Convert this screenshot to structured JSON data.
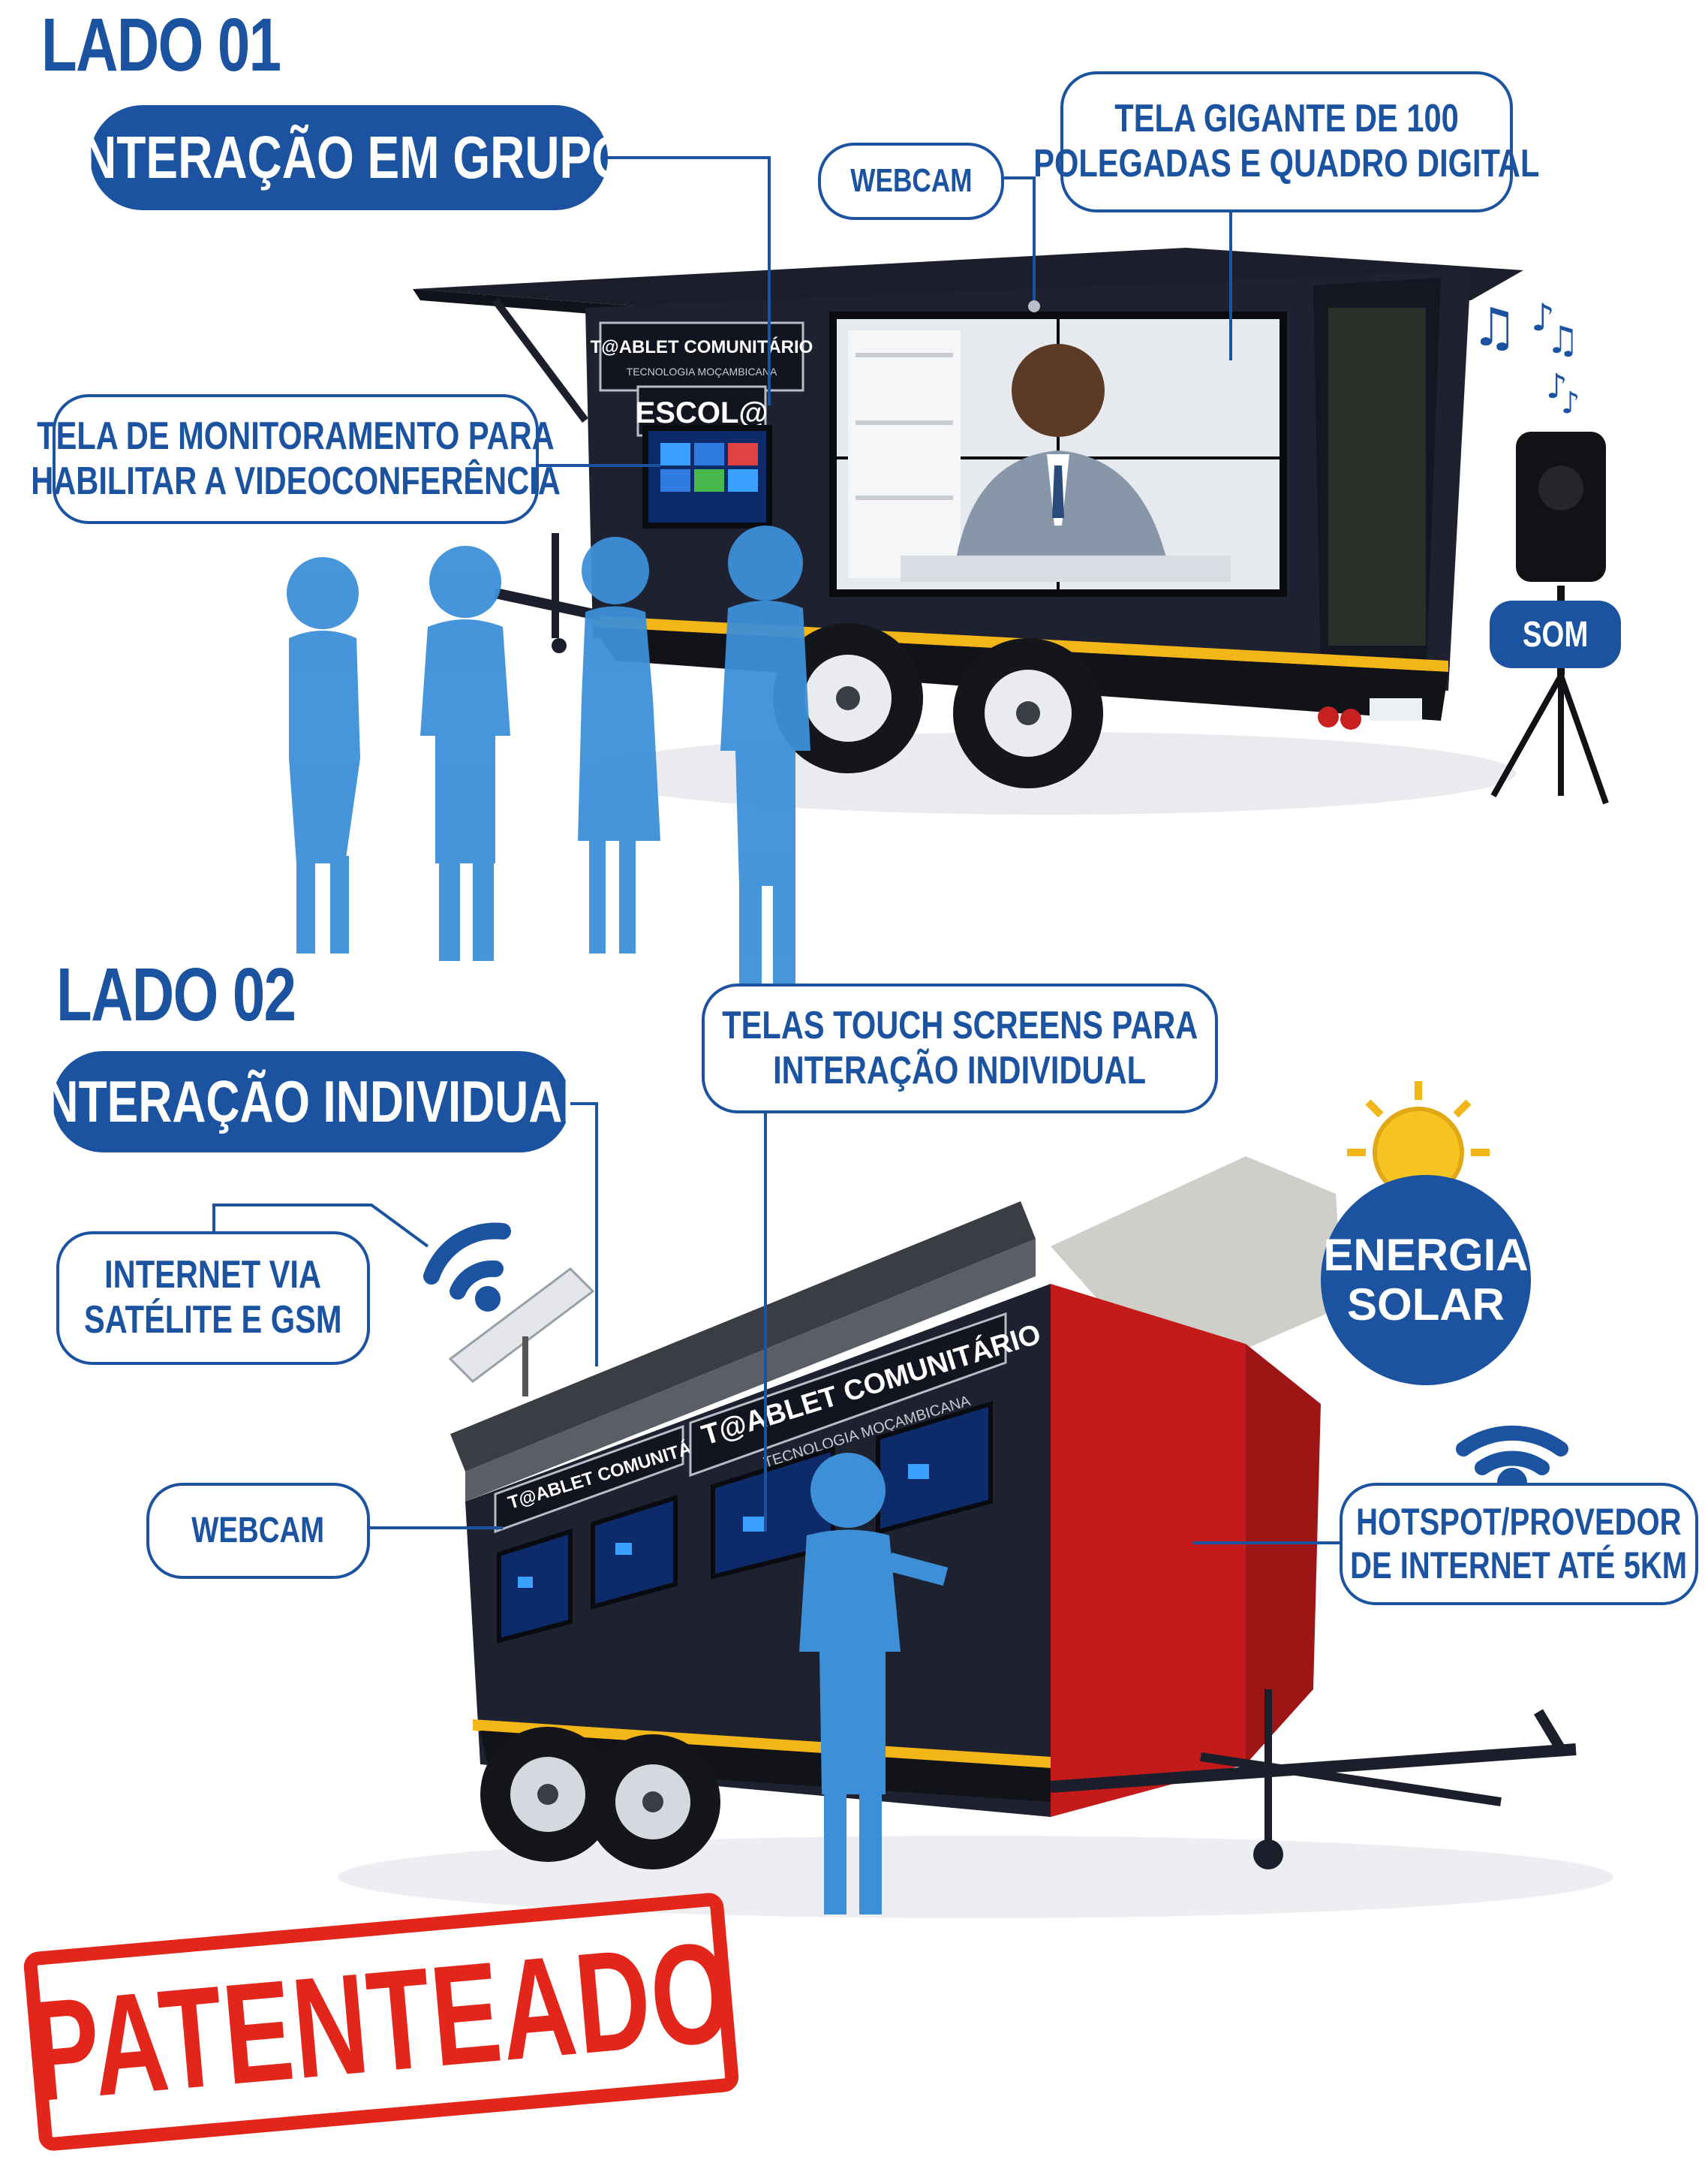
{
  "side1": {
    "title": "LADO 01",
    "pill": "INTERAÇÃO EM GRUPO",
    "callouts": {
      "webcam": "WEBCAM",
      "giant_screen_1": "TELA GIGANTE DE 100",
      "giant_screen_2": "POLEGADAS E QUADRO DIGITAL",
      "monitor_1": "TELA DE MONITORAMENTO PARA",
      "monitor_2": "HABILITAR A VIDEOCONFERÊNCIA",
      "sound": "SOM"
    },
    "trailer_sign_1": "T@ABLET COMUNITÁRIO",
    "trailer_sign_2": "TECNOLOGIA MOÇAMBICANA",
    "trailer_sign_3": "ESCOL@"
  },
  "side2": {
    "title": "LADO 02",
    "pill": "INTERAÇÃO INDIVIDUAL",
    "callouts": {
      "touch_1": "TELAS TOUCH SCREENS PARA",
      "touch_2": "INTERAÇÃO INDIVIDUAL",
      "internet_1": "INTERNET VIA",
      "internet_2": "SATÉLITE E GSM",
      "webcam": "WEBCAM",
      "hotspot_1": "HOTSPOT/PROVEDOR",
      "hotspot_2": "DE INTERNET ATÉ 5KM"
    },
    "solar_1": "ENERGIA",
    "solar_2": "SOLAR",
    "trailer_sign_a": "T@ABLET COMUNITÁRIO",
    "trailer_sign_b": "T@ABLET COMUNITÁRIO",
    "trailer_sign_sub": "TECNOLOGIA MOÇAMBICANA"
  },
  "stamp": "PATENTEADO",
  "colors": {
    "brand_blue": "#1b53a0",
    "person_blue": "#3d8fd8",
    "stamp_red": "#e3261c",
    "trailer_dark": "#1e2230",
    "panel_red": "#c41a1a"
  }
}
